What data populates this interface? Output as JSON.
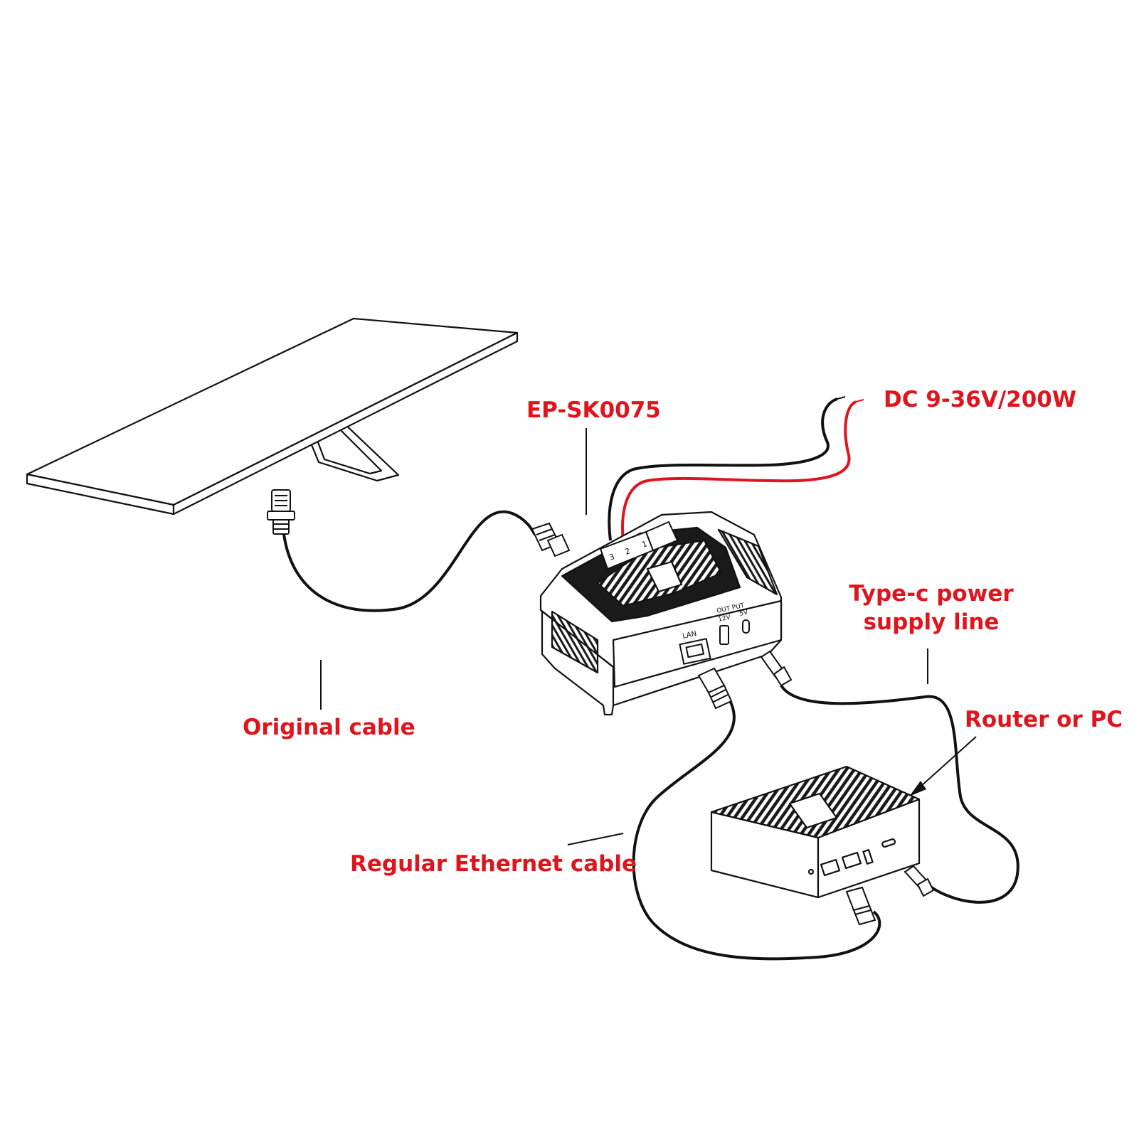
{
  "colors": {
    "label": "#e0141c",
    "line": "#111111",
    "red_wire": "#e0141c",
    "device_fill": "#ffffff",
    "device_dark": "#1a1a1a"
  },
  "labels": {
    "device_model": "EP-SK0075",
    "power_input": "DC 9-36V/200W",
    "typec_line_1": "Type-c power",
    "typec_line_2": "supply line",
    "router": "Router or PC",
    "original_cable": "Original cable",
    "ethernet_cable": "Regular  Ethernet cable"
  },
  "device": {
    "lan_port": "LAN",
    "output_label": "OUT PUT",
    "out_12v": "12V",
    "out_5v": "5V",
    "terminal_numbers": [
      "1",
      "2",
      "3"
    ]
  },
  "icons": {
    "satellite_dish": "satellite-dish-icon",
    "poe_injector": "poe-injector-icon",
    "router": "router-icon",
    "rj45_connector": "rj45-connector-icon",
    "usb_c_connector": "usb-c-connector-icon"
  }
}
